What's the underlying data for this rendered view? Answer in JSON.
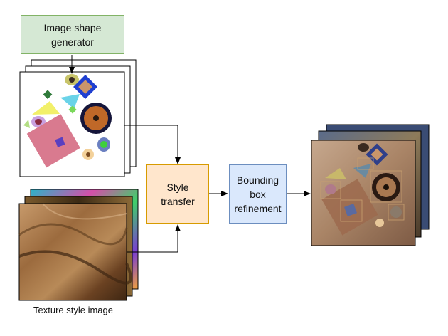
{
  "nodes": {
    "generator": "Image shape\ngenerator",
    "style_transfer": "Style\ntransfer",
    "bbox_refinement": "Bounding\nbox\nrefinement"
  },
  "captions": {
    "texture": "Texture style image"
  },
  "colors": {
    "generator_fill": "#d5e8d4",
    "style_fill": "#ffe6cc",
    "bbox_fill": "#dae8fc",
    "arrow": "#000000"
  }
}
